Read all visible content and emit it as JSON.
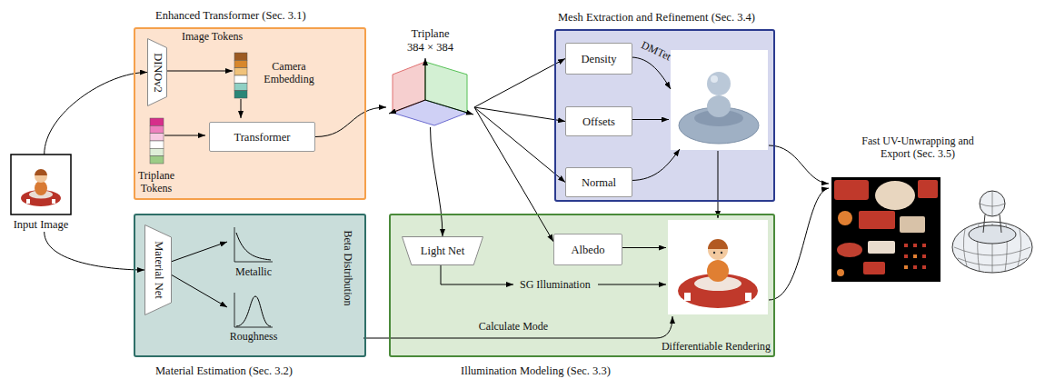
{
  "diagram": {
    "nodes": [
      {
        "text": [
          "Input Image"
        ]
      },
      {
        "text": [
          "Enhanced Transformer (Sec. 3.1)"
        ]
      },
      {
        "text": [
          "DINOv2"
        ],
        "in": 1
      },
      {
        "text": [
          "Transformer"
        ],
        "in": 1
      },
      {
        "text": [
          "Triplane",
          "384 × 384"
        ]
      },
      {
        "text": [
          "Mesh Extraction and Refinement (Sec. 3.4)"
        ]
      },
      {
        "text": [
          "Density"
        ],
        "in": 5
      },
      {
        "text": [
          "Offsets"
        ],
        "in": 5
      },
      {
        "text": [
          "Normal"
        ],
        "in": 5
      },
      {
        "text": [
          "Material Estimation (Sec. 3.2)"
        ]
      },
      {
        "text": [
          "Material Net"
        ],
        "in": 9
      },
      {
        "text": [
          "Illumination Modeling (Sec. 3.3)"
        ]
      },
      {
        "text": [
          "Light Net"
        ],
        "in": 11
      },
      {
        "text": [
          "Albedo"
        ],
        "in": 11
      }
    ],
    "edges": [
      {
        "from": 0,
        "to": 2,
        "arrow": "to"
      },
      {
        "from": 0,
        "to": 10,
        "arrow": "to"
      },
      {
        "from": 3,
        "to": 4,
        "arrow": "to"
      },
      {
        "from": 4,
        "to": 6,
        "arrow": "to"
      },
      {
        "from": 4,
        "to": 7,
        "arrow": "to"
      },
      {
        "from": 4,
        "to": 8,
        "arrow": "to"
      },
      {
        "from": 4,
        "to": 13,
        "arrow": "to"
      },
      {
        "from": 4,
        "to": 12,
        "arrow": "to"
      }
    ],
    "labels": [
      "Image Tokens",
      "Camera Embedding",
      "Triplane Tokens",
      "DMTet",
      "Metallic",
      "Roughness",
      "Beta Distribution",
      "Calculate Mode",
      "SG Illumination",
      "Differentiable Rendering",
      "Fast UV-Unwrapping and Export (Sec. 3.5)"
    ]
  }
}
